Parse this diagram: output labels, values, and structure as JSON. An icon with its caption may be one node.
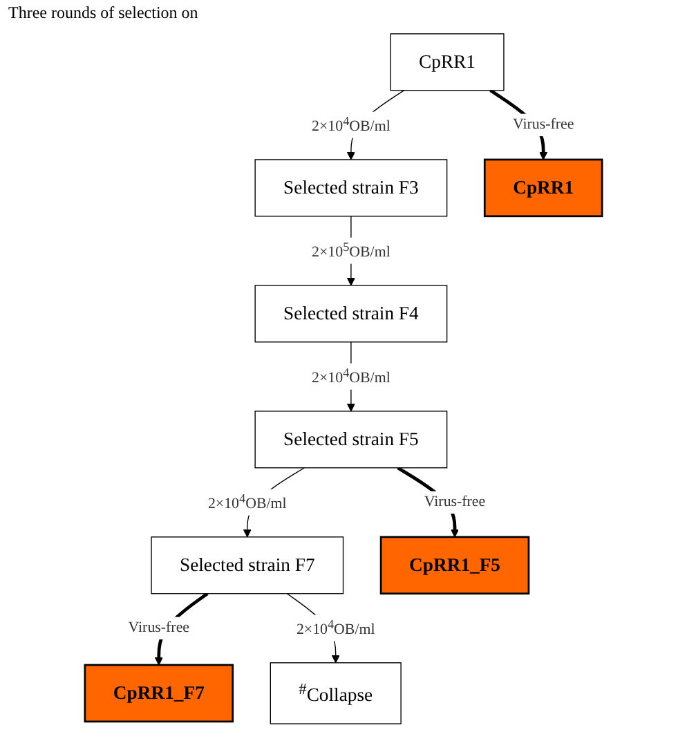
{
  "diagram": {
    "nodes": [
      {
        "text": [
          "CpRR1"
        ]
      },
      {
        "text": [
          "CpRR1"
        ]
      },
      {
        "text": [
          "Selected strain F3"
        ]
      },
      {
        "text": [
          "Selected strain F4"
        ]
      },
      {
        "text": [
          "Selected strain F5"
        ]
      },
      {
        "text": [
          "CpRR1_F5"
        ]
      },
      {
        "text": [
          "Selected strain F7"
        ]
      },
      {
        "text": [
          "CpRR1_F7"
        ]
      },
      {
        "text": [
          "$^{#}$Collapse"
        ]
      }
    ],
    "edges": [
      {
        "from": 0,
        "to": 1,
        "arrow": "to",
        "label": "Virus-free",
        "style": "thick"
      },
      {
        "from": 0,
        "to": 2,
        "arrow": "to",
        "label": "2×10$^{4}$OB/ml"
      },
      {
        "from": 2,
        "to": 3,
        "arrow": "to",
        "label": "2×10$^{5}$OB/ml"
      },
      {
        "from": 3,
        "to": 4,
        "arrow": "to",
        "label": "2×10$^{4}$OB/ml"
      },
      {
        "from": 4,
        "to": 5,
        "arrow": "to",
        "label": "Virus-free",
        "style": "thick"
      },
      {
        "from": 4,
        "to": 6,
        "arrow": "to",
        "label": "2×10$^{4}$OB/ml"
      },
      {
        "from": 6,
        "to": 7,
        "arrow": "to",
        "label": "Virus-free",
        "style": "thick"
      },
      {
        "from": 6,
        "to": 8,
        "arrow": "to",
        "label": "2×10$^{4}$OB/ml"
      }
    ],
    "labels": [
      "Three rounds of selection on"
    ]
  }
}
